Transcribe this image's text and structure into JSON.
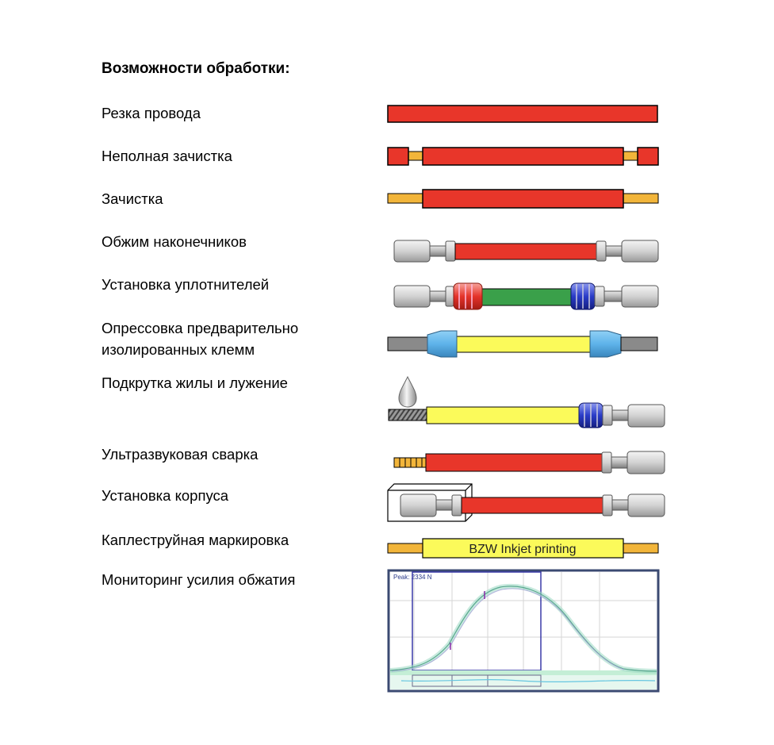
{
  "title": "Возможности обработки:",
  "rows": [
    {
      "lines": [
        "Резка провода"
      ]
    },
    {
      "lines": [
        "Неполная зачистка"
      ]
    },
    {
      "lines": [
        "Зачистка"
      ]
    },
    {
      "lines": [
        "Обжим наконечников"
      ]
    },
    {
      "lines": [
        "Установка уплотнителей"
      ]
    },
    {
      "lines": [
        "Опрессовка предварительно",
        "изолированных клемм"
      ]
    },
    {
      "lines": [
        "Подкрутка жилы и лужение"
      ]
    },
    {
      "lines": [
        "Ультразвуковая сварка"
      ]
    },
    {
      "lines": [
        "Установка корпуса"
      ]
    },
    {
      "lines": [
        "Каплеструйная маркировка"
      ]
    },
    {
      "lines": [
        "Мониторинг усилия обжатия"
      ]
    }
  ],
  "inkjet_text": "BZW Inkjet printing",
  "monitor_peak": "Peak: 2334 N",
  "colors": {
    "insulation_red": "#e8362a",
    "core_orange": "#f2b53a",
    "seal_red": "#e5332a",
    "seal_blue": "#2a3cc8",
    "insulation_green": "#3aa04a",
    "insulation_yellow": "#fbfa5a",
    "sleeve_blue": "#5eb3ea",
    "wire_grey": "#8a8a8a",
    "monitor_frame": "#3b4a72"
  }
}
